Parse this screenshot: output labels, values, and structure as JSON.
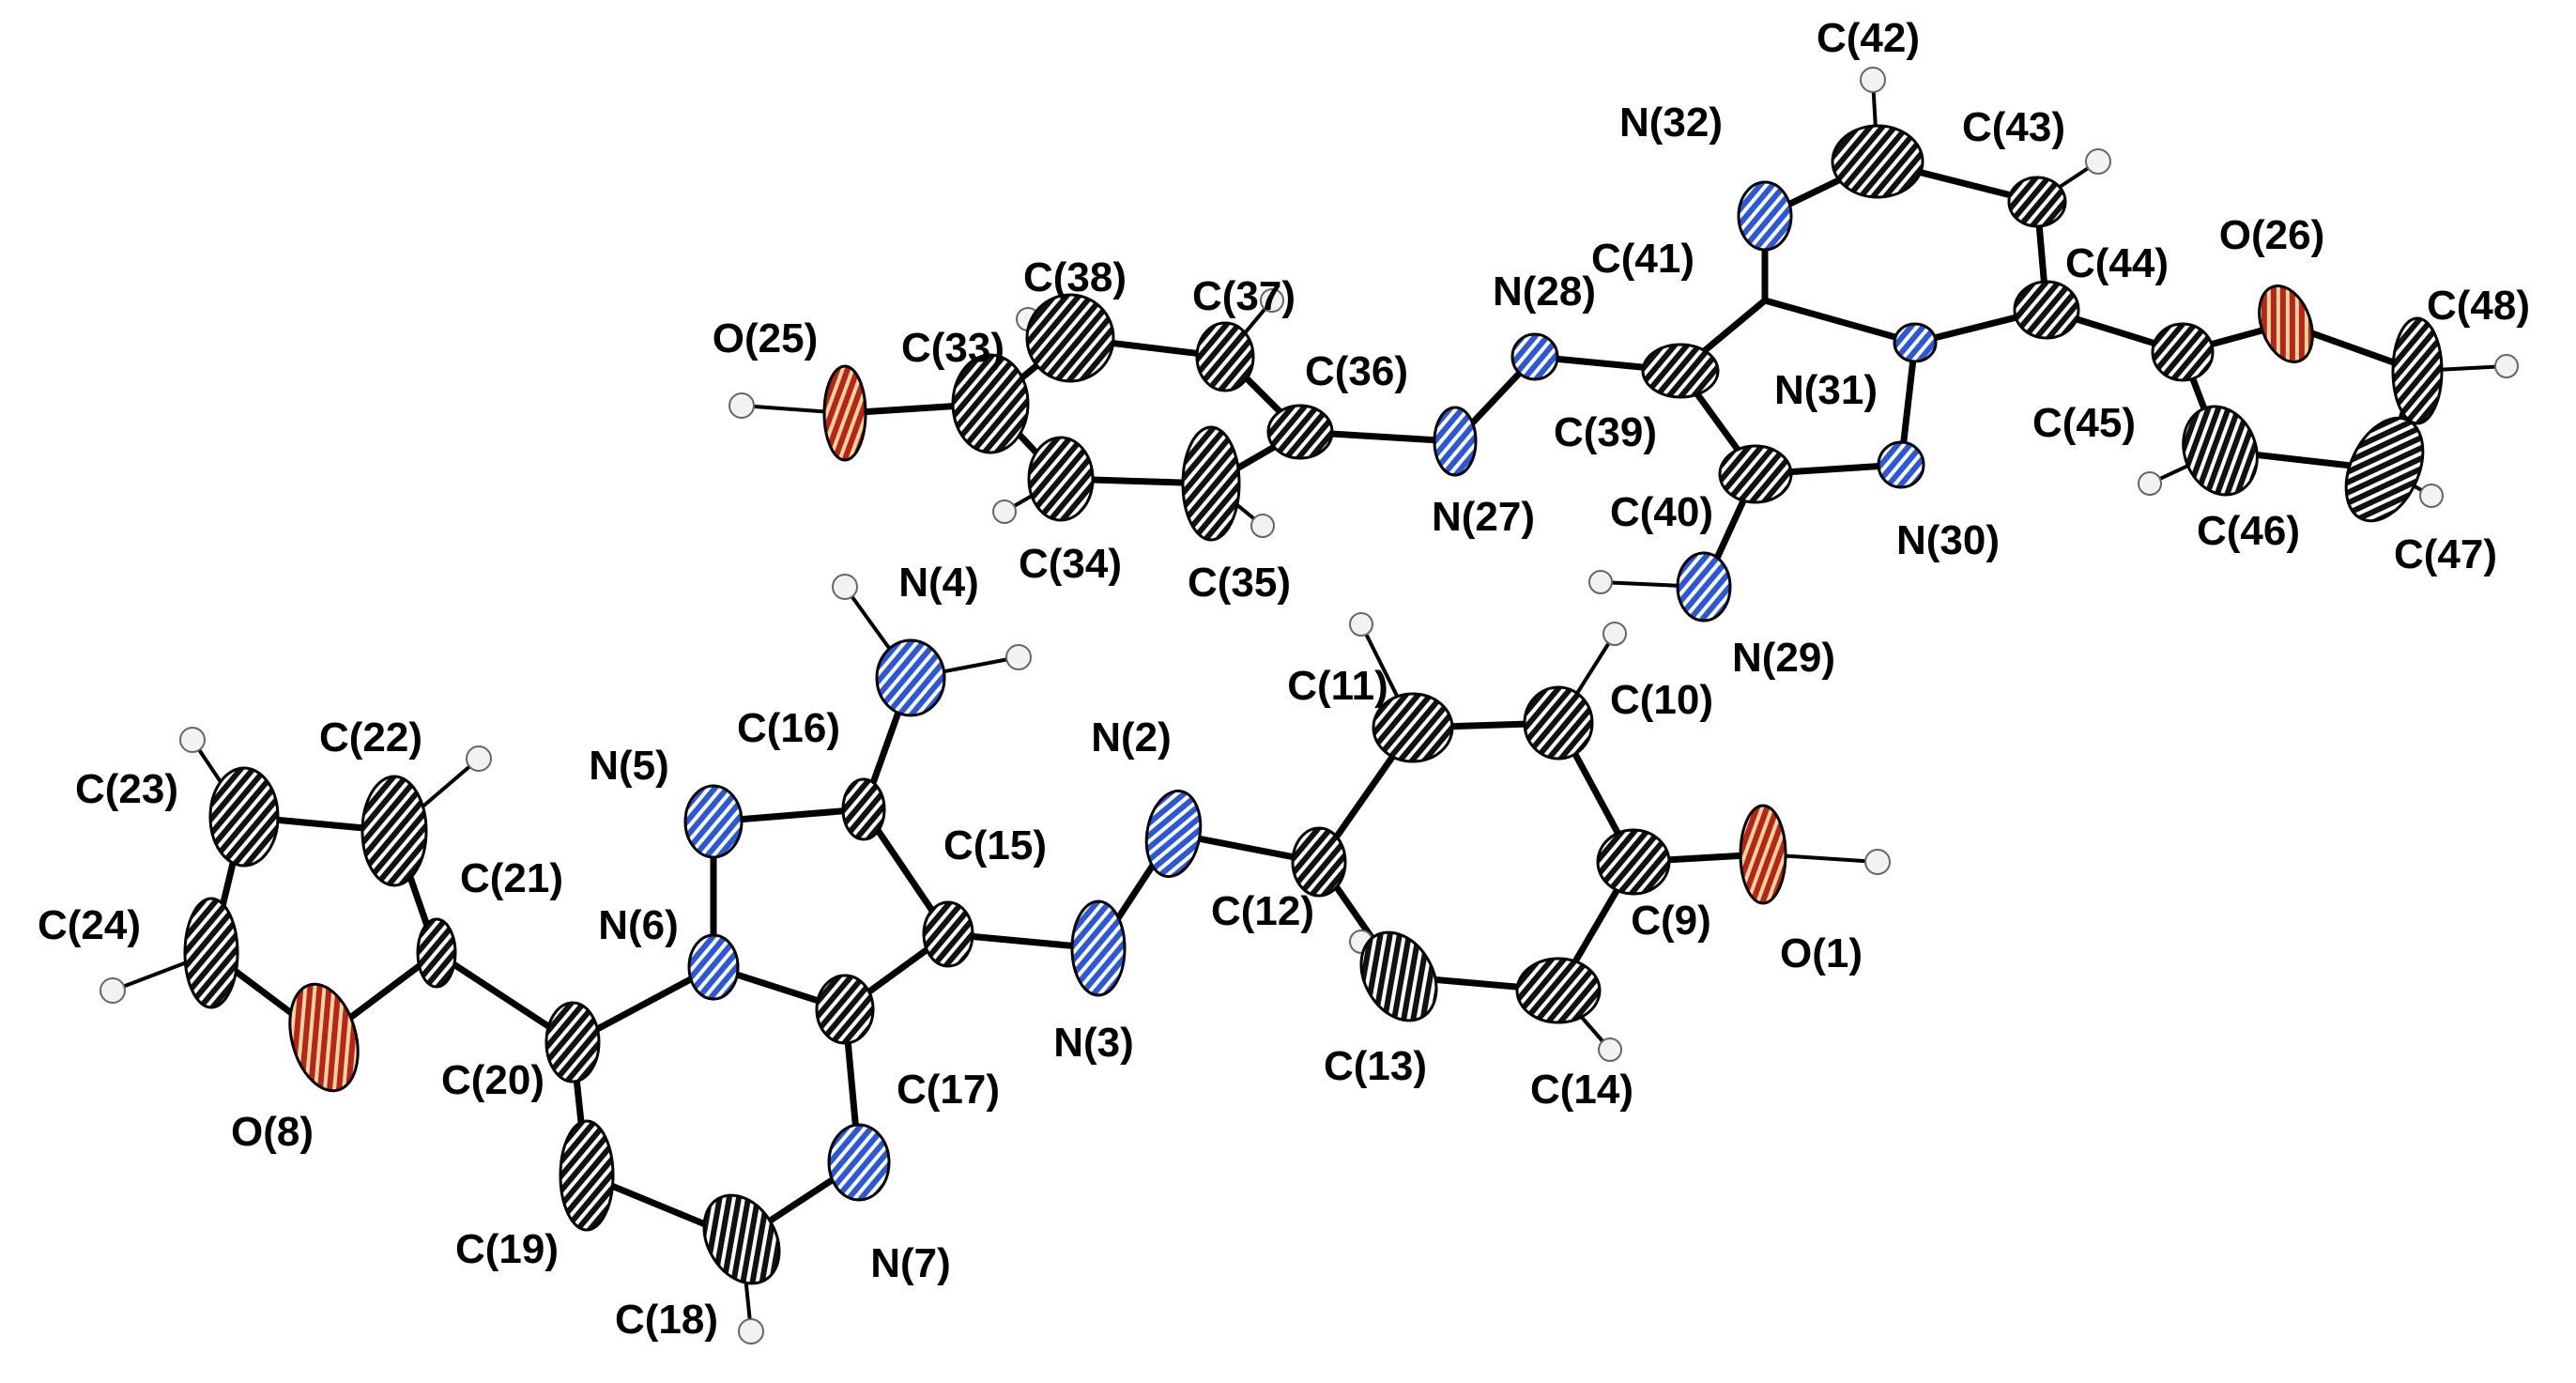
{
  "colors": {
    "carbon": "#111111",
    "nitrogen": "#2c58d8",
    "oxygen": "#b8231c",
    "hydrogen": "#f2f2f2",
    "bond": "#000000"
  },
  "labels": {
    "O1": "O(1)",
    "N2": "N(2)",
    "N3": "N(3)",
    "N4": "N(4)",
    "N5": "N(5)",
    "N6": "N(6)",
    "N7": "N(7)",
    "O8": "O(8)",
    "C9": "C(9)",
    "C10": "C(10)",
    "C11": "C(11)",
    "C12": "C(12)",
    "C13": "C(13)",
    "C14": "C(14)",
    "C15": "C(15)",
    "C16": "C(16)",
    "C17": "C(17)",
    "C18": "C(18)",
    "C19": "C(19)",
    "C20": "C(20)",
    "C21": "C(21)",
    "C22": "C(22)",
    "C23": "C(23)",
    "C24": "C(24)",
    "O25": "O(25)",
    "O26": "O(26)",
    "N27": "N(27)",
    "N28": "N(28)",
    "N29": "N(29)",
    "N30": "N(30)",
    "N31": "N(31)",
    "N32": "N(32)",
    "C33": "C(33)",
    "C34": "C(34)",
    "C35": "C(35)",
    "C36": "C(36)",
    "C37": "C(37)",
    "C38": "C(38)",
    "C39": "C(39)",
    "C40": "C(40)",
    "C41": "C(41)",
    "C42": "C(42)",
    "C43": "C(43)",
    "C44": "C(44)",
    "C45": "C(45)",
    "C46": "C(46)",
    "C47": "C(47)",
    "C48": "C(48)"
  }
}
